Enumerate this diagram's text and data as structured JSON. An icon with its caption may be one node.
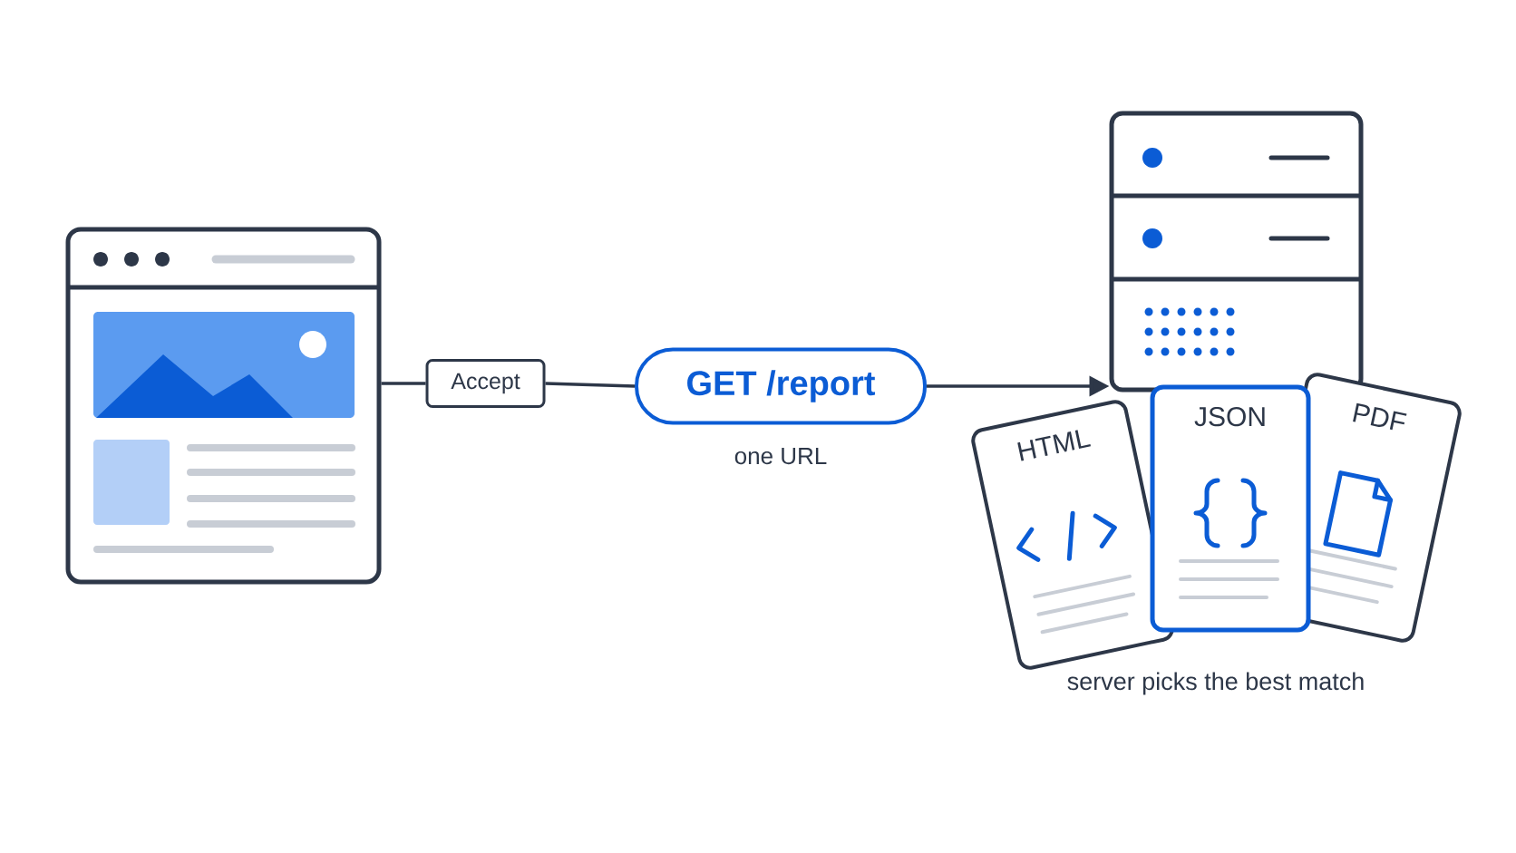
{
  "diagram": {
    "nodes": [
      {
        "text": [],
        "shape": "window"
      },
      {
        "text": [
          "Accept"
        ]
      },
      {
        "text": [
          "GET /report"
        ],
        "beside": [
          "one URL"
        ]
      },
      {
        "text": [],
        "shape": "server"
      },
      {
        "text": [
          "HTML"
        ]
      },
      {
        "text": [
          "JSON"
        ]
      },
      {
        "text": [
          "PDF"
        ]
      }
    ],
    "edges": [
      {
        "from": 0,
        "to": 1,
        "arrow": "none"
      },
      {
        "from": 1,
        "to": 2,
        "arrow": "none"
      },
      {
        "from": 2,
        "to": 3,
        "arrow": "to"
      }
    ],
    "labels": [
      "server picks the best match"
    ]
  }
}
